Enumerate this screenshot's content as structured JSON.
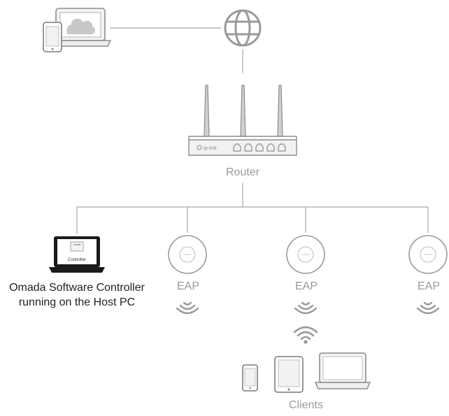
{
  "labels": {
    "router": "Router",
    "eap_1": "EAP",
    "eap_2": "EAP",
    "eap_3": "EAP",
    "controller_line1": "Omada Software Controller",
    "controller_line2": "running on the Host PC",
    "clients": "Clients"
  },
  "device_text": {
    "router_brand": "tp-link",
    "controller_screen": "Controller",
    "controller_logo": "omada"
  },
  "colors": {
    "line": "#b3b3b3",
    "device_stroke": "#8c8c8c",
    "device_fill": "#efefef",
    "cloud": "#c8c8c8",
    "laptop_dark": "#1a1a1a",
    "label_gray": "#9a9a9a",
    "label_dark": "#222222"
  },
  "icons": [
    "laptop-icon",
    "phone-icon",
    "cloud-icon",
    "globe-icon",
    "router-icon",
    "access-point-icon",
    "wifi-icon",
    "tablet-icon"
  ]
}
